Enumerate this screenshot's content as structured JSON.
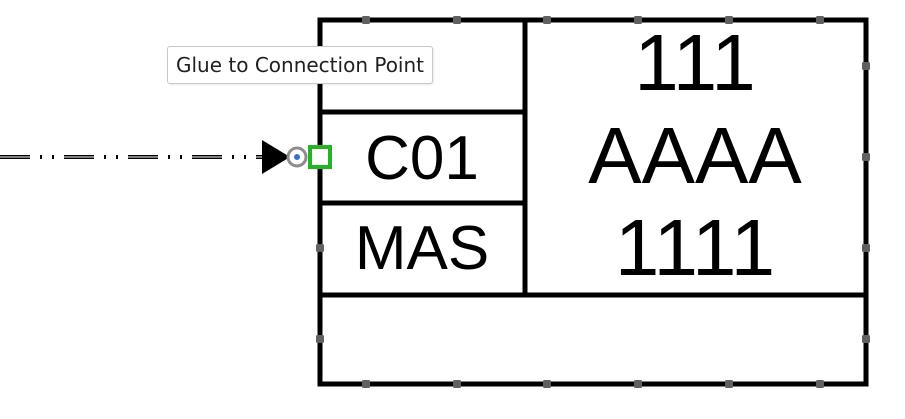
{
  "tooltip": {
    "text": "Glue to Connection Point"
  },
  "shape": {
    "top_cell": "",
    "code_cell": "C01",
    "type_cell": "MAS",
    "main_lines": [
      "111",
      "AAAA",
      "1111"
    ],
    "bottom_cell": ""
  },
  "icons": {
    "connection_point": "connection-point-icon",
    "glue_target": "glue-target-icon",
    "arrowhead": "arrowhead-icon",
    "resize_handle": "resize-handle-icon"
  },
  "colors": {
    "outline": "#000000",
    "handle": "#606060",
    "glue_target": "#22b422",
    "connection_point_ring": "#8c8c8c",
    "connection_point_dot": "#3b6fd6"
  }
}
